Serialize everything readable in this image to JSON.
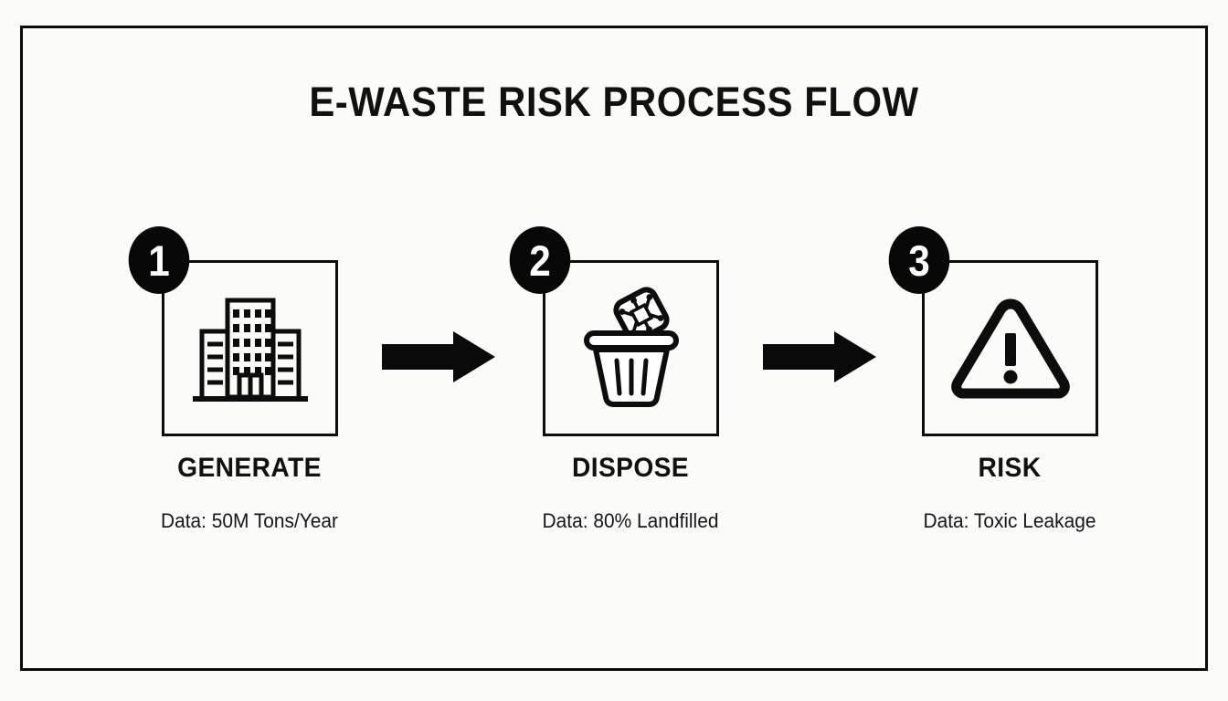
{
  "title": "E-WASTE RISK PROCESS FLOW",
  "frame": {
    "border_color": "#0a0a0a",
    "background": "#fbfbfa"
  },
  "diagram": {
    "type": "process-flow",
    "orientation": "horizontal",
    "step_count": 3,
    "connector": "solid-block-arrow"
  },
  "steps": [
    {
      "number": "1",
      "label": "GENERATE",
      "data": "Data: 50M Tons/Year",
      "icon": "office-building-icon"
    },
    {
      "number": "2",
      "label": "DISPOSE",
      "data": "Data: 80% Landfilled",
      "icon": "trash-bin-with-circuit-chip-icon"
    },
    {
      "number": "3",
      "label": "RISK",
      "data": "Data: Toxic Leakage",
      "icon": "warning-triangle-icon"
    }
  ],
  "arrows": [
    {
      "from": "GENERATE",
      "to": "DISPOSE",
      "glyph": "right-arrow"
    },
    {
      "from": "DISPOSE",
      "to": "RISK",
      "glyph": "right-arrow"
    }
  ],
  "colors": {
    "ink": "#0d0d0d",
    "badge_fill": "#080808",
    "badge_text": "#ffffff",
    "canvas": "#fafaf9"
  }
}
